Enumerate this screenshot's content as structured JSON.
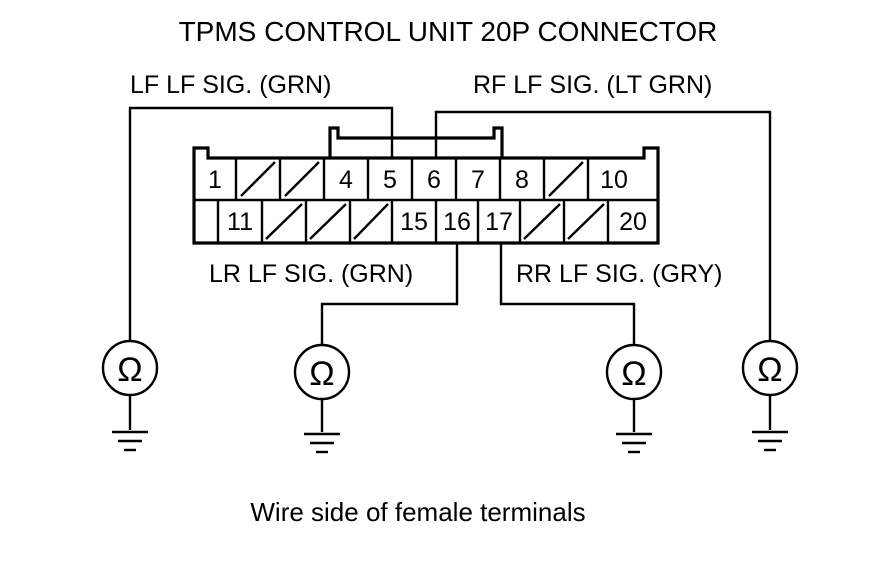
{
  "title": "TPMS CONTROL UNIT 20P CONNECTOR",
  "caption": "Wire side of female terminals",
  "wires": {
    "lf": {
      "label": "LF LF SIG. (GRN)"
    },
    "rf": {
      "label": "RF LF SIG. (LT GRN)"
    },
    "lr": {
      "label": "LR LF SIG. (GRN)"
    },
    "rr": {
      "label": "RR LF SIG. (GRY)"
    }
  },
  "connector": {
    "top_row": [
      "1",
      "",
      "",
      "4",
      "5",
      "6",
      "7",
      "8",
      "",
      "10"
    ],
    "bottom_row": [
      "",
      "11",
      "",
      "",
      "",
      "15",
      "16",
      "17",
      "",
      "",
      "20"
    ]
  },
  "meter_symbol": "Ω"
}
